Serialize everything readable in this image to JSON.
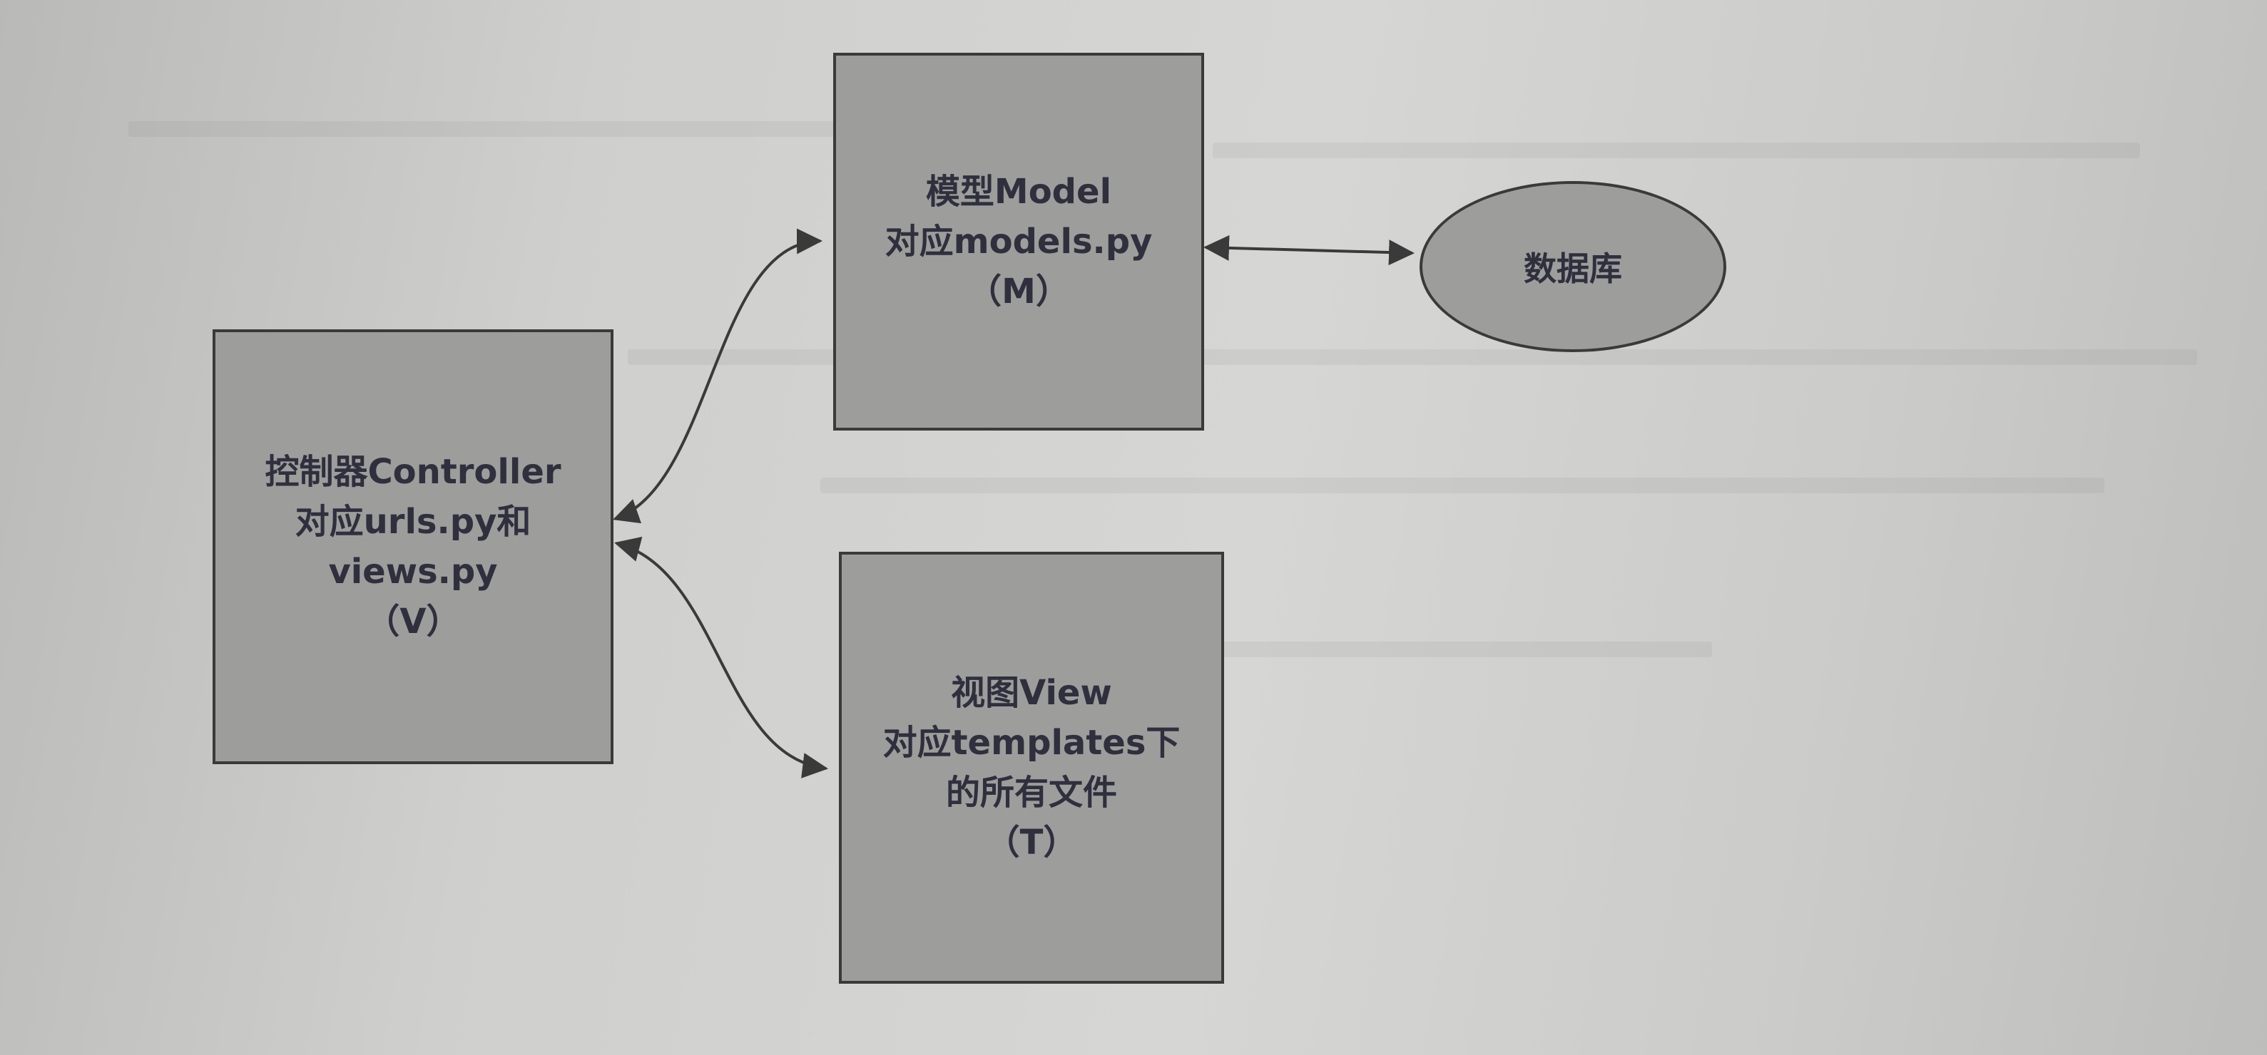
{
  "diagram": {
    "nodes": {
      "controller": {
        "lines": [
          "控制器Controller",
          "对应urls.py和",
          "views.py",
          "（V）"
        ]
      },
      "model": {
        "lines": [
          "模型Model",
          "对应models.py",
          "（M）"
        ]
      },
      "view": {
        "lines": [
          "视图View",
          "对应templates下",
          "的所有文件",
          "（T）"
        ]
      },
      "database": {
        "label": "数据库"
      }
    },
    "edges": [
      {
        "from": "controller",
        "to": "model",
        "direction": "both"
      },
      {
        "from": "controller",
        "to": "view",
        "direction": "both"
      },
      {
        "from": "model",
        "to": "database",
        "direction": "both"
      }
    ],
    "colors": {
      "node_fill": "#9d9d9b",
      "stroke": "#3a3a3a",
      "text": "#2f2f3e",
      "background": "#cfcfcd"
    }
  }
}
